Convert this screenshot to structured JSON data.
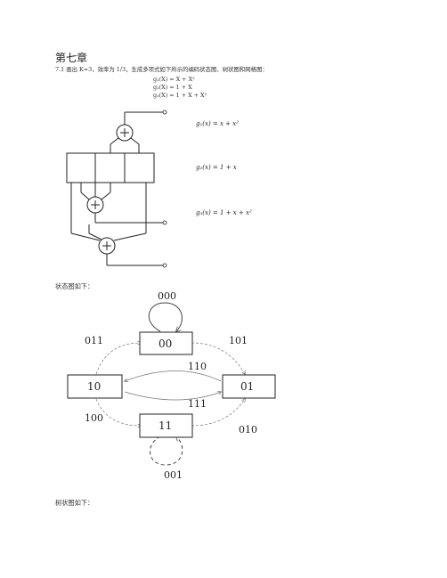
{
  "chapter_title": "第七章",
  "problem_text": "7.1 画出 K=3，效率为 1/3，生成多项式如下所示的编码状态图、树状图和网格图：",
  "generators_top": [
    "g₁(X) = X + X²",
    "g₂(X) = 1 + X",
    "g₃(X) = 1 + X + X²"
  ],
  "generators_diagram": [
    "g₁(x) = x + x²",
    "g₂(x) = 1 + x",
    "g₃(x) = 1 + x + x²"
  ],
  "state_caption": "状态图如下：",
  "tree_caption": "树状图如下：",
  "states": [
    "00",
    "01",
    "10",
    "11"
  ],
  "transition_labels": {
    "self_00": "000",
    "s00_to_01": "101",
    "s10_to_00": "011",
    "s01_to_10": "110",
    "s10_to_01": "111",
    "s10_to_11": "100",
    "s11_to_01": "010",
    "self_11": "001"
  }
}
